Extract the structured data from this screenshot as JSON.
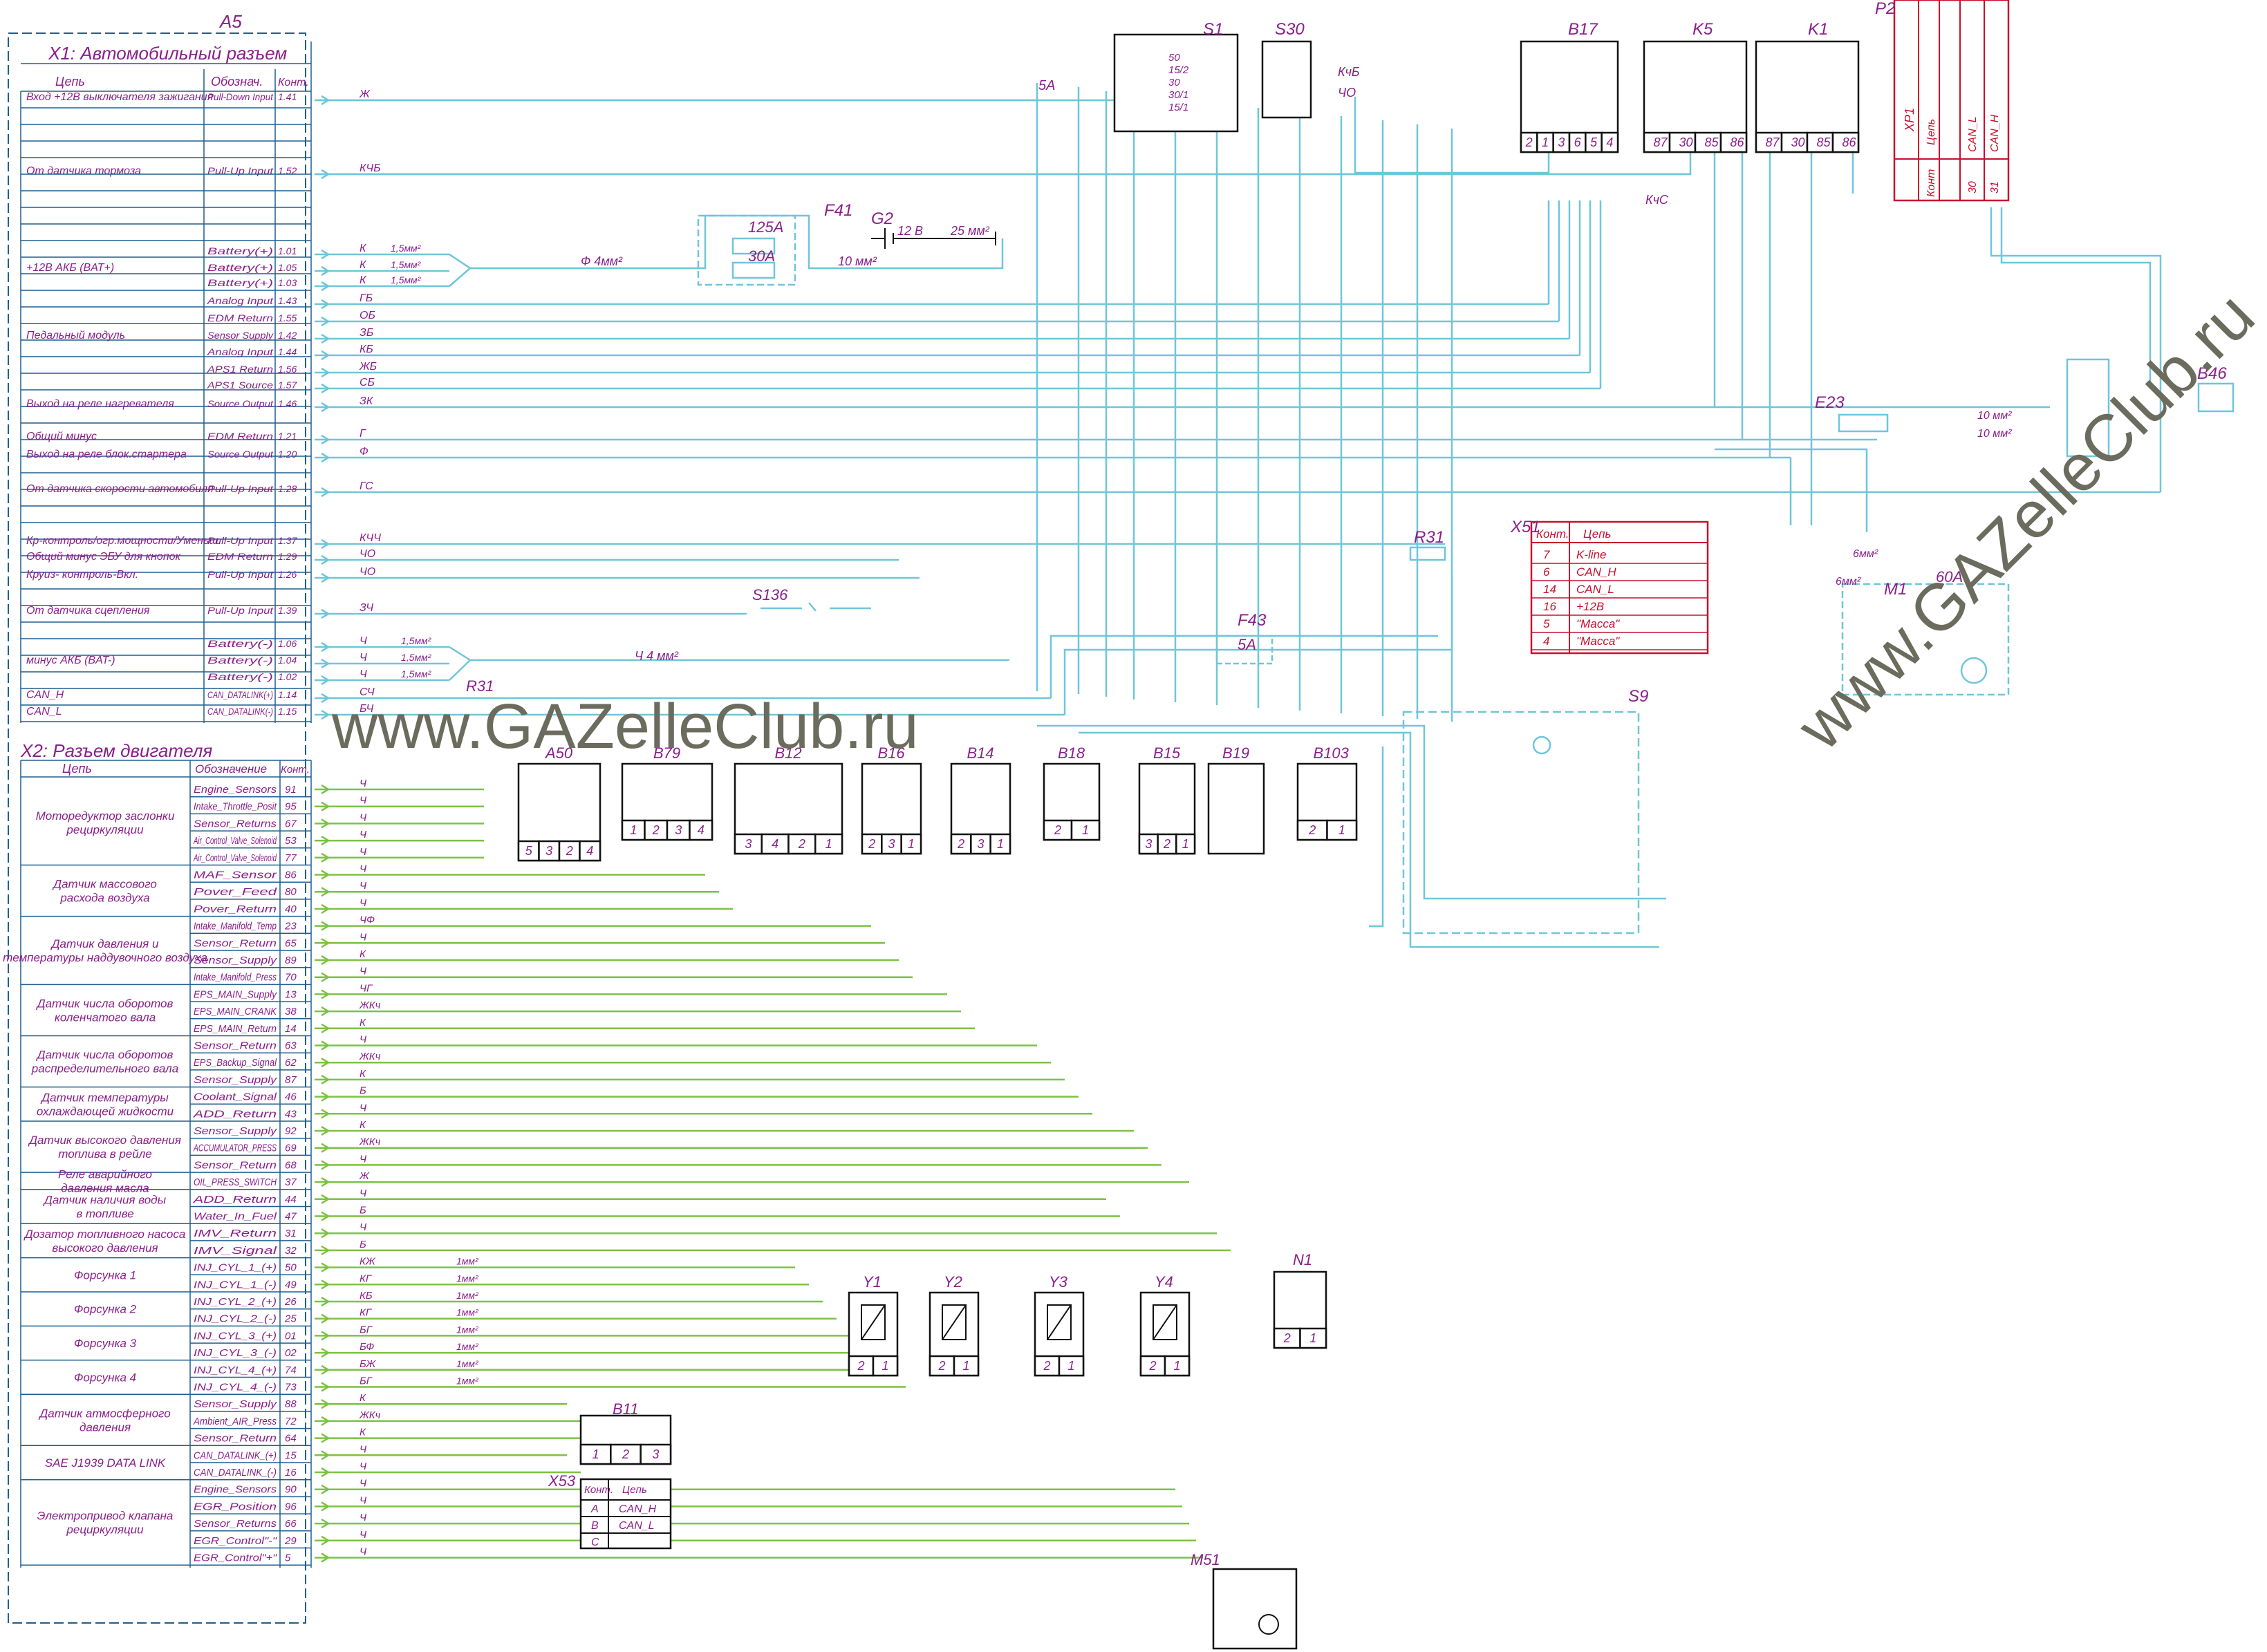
{
  "title": "A5",
  "x1": {
    "title": "X1:  Автомобильный разъем",
    "headers": [
      "Цепь",
      "Обознач.",
      "Конт."
    ],
    "rows": [
      {
        "c": "Вход +12В выключателя зажигания",
        "d": "Pull-Down Input",
        "p": "1.41"
      },
      {
        "c": "От датчика тормоза",
        "d": "Pull-Up Input",
        "p": "1.52"
      },
      {
        "c": "",
        "d": "Battery(+)",
        "p": "1.01"
      },
      {
        "c": "+12В АКБ (BAT+)",
        "d": "Battery(+)",
        "p": "1.05"
      },
      {
        "c": "",
        "d": "Battery(+)",
        "p": "1.03"
      },
      {
        "c": "",
        "d": "Analog Input",
        "p": "1.43"
      },
      {
        "c": "",
        "d": "EDM Return",
        "p": "1.55"
      },
      {
        "c": "Педальный модуль",
        "d": "Sensor Supply",
        "p": "1.42"
      },
      {
        "c": "",
        "d": "Analog Input",
        "p": "1.44"
      },
      {
        "c": "",
        "d": "APS1 Return",
        "p": "1.56"
      },
      {
        "c": "",
        "d": "APS1 Source",
        "p": "1.57"
      },
      {
        "c": "Выход на реле нагревателя",
        "d": "Source Output",
        "p": "1.46"
      },
      {
        "c": "Общий минус",
        "d": "EDM Return",
        "p": "1.21"
      },
      {
        "c": "Выход на реле блок.стартера",
        "d": "Source Output",
        "p": "1.20"
      },
      {
        "c": "От датчика скорости автомобиля",
        "d": "Pull-Up Input",
        "p": "1.28"
      },
      {
        "c": "Кр-контроль/огр.мощности/Уменьш.",
        "d": "Pull-Up Input",
        "p": "1.37"
      },
      {
        "c": "Общий минус ЭБУ для кнопок",
        "d": "EDM Return",
        "p": "1.29"
      },
      {
        "c": "Круиз- контроль-Вкл.",
        "d": "Pull-Up Input",
        "p": "1.26"
      },
      {
        "c": "От датчика сцепления",
        "d": "Pull-Up Input",
        "p": "1.39"
      },
      {
        "c": "",
        "d": "Battery(-)",
        "p": "1.06"
      },
      {
        "c": "минус АКБ (BAT-)",
        "d": "Battery(-)",
        "p": "1.04"
      },
      {
        "c": "",
        "d": "Battery(-)",
        "p": "1.02"
      },
      {
        "c": "CAN_H",
        "d": "CAN_DATALINK(+)",
        "p": "1.14"
      },
      {
        "c": "CAN_L",
        "d": "CAN_DATALINK(-)",
        "p": "1.15"
      }
    ]
  },
  "x2": {
    "title": "X2:  Разъем двигателя",
    "headers": [
      "Цепь",
      "Обозначение",
      "Конт."
    ],
    "groups": [
      "Моторедуктор заслонки рециркуляции",
      "Датчик массового расхода воздуха",
      "Датчик давления и температуры наддувочного воздуха",
      "Датчик числа оборотов коленчатого вала",
      "Датчик числа оборотов распределительного вала",
      "Датчик температуры охлаждающей жидкости",
      "Датчик высокого давления топлива в рейле",
      "Реле аварийного давления масла",
      "Датчик наличия воды в топливе",
      "Дозатор топливного насоса высокого давления",
      "Форсунка 1",
      "Форсунка 2",
      "Форсунка 3",
      "Форсунка 4",
      "Датчик атмосферного давления",
      "SAE J1939 DATA LINK",
      "Электропривод клапана рециркуляции"
    ],
    "rows": [
      {
        "d": "Engine_Sensors",
        "p": "91"
      },
      {
        "d": "Intake_Throttle_Posit",
        "p": "95"
      },
      {
        "d": "Sensor_Returns",
        "p": "67"
      },
      {
        "d": "Air_Control_Valve_Solenoid",
        "p": "53"
      },
      {
        "d": "Air_Control_Valve_Solenoid",
        "p": "77"
      },
      {
        "d": "MAF_Sensor",
        "p": "86"
      },
      {
        "d": "Pover_Feed",
        "p": "80"
      },
      {
        "d": "Pover_Return",
        "p": "40"
      },
      {
        "d": "Intake_Manifold_Temp",
        "p": "23"
      },
      {
        "d": "Sensor_Return",
        "p": "65"
      },
      {
        "d": "Sensor_Supply",
        "p": "89"
      },
      {
        "d": "Intake_Manifold_Press",
        "p": "70"
      },
      {
        "d": "EPS_MAIN_Supply",
        "p": "13"
      },
      {
        "d": "EPS_MAIN_CRANK",
        "p": "38"
      },
      {
        "d": "EPS_MAIN_Return",
        "p": "14"
      },
      {
        "d": "Sensor_Return",
        "p": "63"
      },
      {
        "d": "EPS_Backup_Signal",
        "p": "62"
      },
      {
        "d": "Sensor_Supply",
        "p": "87"
      },
      {
        "d": "Coolant_Signal",
        "p": "46"
      },
      {
        "d": "ADD_Return",
        "p": "43"
      },
      {
        "d": "Sensor_Supply",
        "p": "92"
      },
      {
        "d": "ACCUMULATOR_PRESS",
        "p": "69"
      },
      {
        "d": "Sensor_Return",
        "p": "68"
      },
      {
        "d": "OIL_PRESS_SWITCH",
        "p": "37"
      },
      {
        "d": "ADD_Return",
        "p": "44"
      },
      {
        "d": "Water_In_Fuel",
        "p": "47"
      },
      {
        "d": "IMV_Return",
        "p": "31"
      },
      {
        "d": "IMV_Signal",
        "p": "32"
      },
      {
        "d": "INJ_CYL_1_(+)",
        "p": "50"
      },
      {
        "d": "INJ_CYL_1_(-)",
        "p": "49"
      },
      {
        "d": "INJ_CYL_2_(+)",
        "p": "26"
      },
      {
        "d": "INJ_CYL_2_(-)",
        "p": "25"
      },
      {
        "d": "INJ_CYL_3_(+)",
        "p": "01"
      },
      {
        "d": "INJ_CYL_3_(-)",
        "p": "02"
      },
      {
        "d": "INJ_CYL_4_(+)",
        "p": "74"
      },
      {
        "d": "INJ_CYL_4_(-)",
        "p": "73"
      },
      {
        "d": "Sensor_Supply",
        "p": "88"
      },
      {
        "d": "Ambient_AIR_Press",
        "p": "72"
      },
      {
        "d": "Sensor_Return",
        "p": "64"
      },
      {
        "d": "CAN_DATALINK_(+)",
        "p": "15"
      },
      {
        "d": "CAN_DATALINK_(-)",
        "p": "16"
      },
      {
        "d": "Engine_Sensors",
        "p": "90"
      },
      {
        "d": "EGR_Position",
        "p": "96"
      },
      {
        "d": "Sensor_Returns",
        "p": "66"
      },
      {
        "d": "EGR_Control\"-\"",
        "p": "29"
      },
      {
        "d": "EGR_Control\"+\"",
        "p": "5"
      }
    ]
  },
  "x1_wire_colors": [
    "Ж",
    "КЧБ",
    "К",
    "К",
    "К",
    "ГБ",
    "ОБ",
    "ЗБ",
    "КБ",
    "ЖБ",
    "СБ",
    "ЗК",
    "Г",
    "Ф",
    "ГС",
    "КЧЧ",
    "ЧО",
    "ЧО",
    "ЗЧ",
    "Ч",
    "Ч",
    "Ч",
    "СЧ",
    "БЧ"
  ],
  "x1_wire_sizes": [
    "1,5мм²",
    "1,5мм²",
    "1,5мм²"
  ],
  "x2_wire_colors": [
    "Ч",
    "Ч",
    "Ч",
    "Ч",
    "Ч",
    "Ч",
    "Ч",
    "Ч",
    "ЧФ",
    "Ч",
    "К",
    "Ч",
    "ЧГ",
    "ЖКч",
    "К",
    "Ч",
    "ЖКч",
    "К",
    "Б",
    "Ч",
    "К",
    "ЖКч",
    "Ч",
    "Ж",
    "Ч",
    "Б",
    "Ч",
    "Б",
    "КЖ",
    "КГ",
    "КБ",
    "КГ",
    "БГ",
    "БФ",
    "БЖ",
    "БГ",
    "К",
    "ЖКч",
    "К",
    "Ч",
    "Ч",
    "Ч",
    "Ч",
    "Ч",
    "Ч",
    "Ч"
  ],
  "injector_size": "1мм²",
  "components": {
    "S1": "S1",
    "S30": "S30",
    "B17": "B17",
    "K5": "K5",
    "K1": "K1",
    "P2": "P2",
    "F41": "F41",
    "G2": "G2",
    "E23": "E23",
    "B46": "B46",
    "M1": "M1",
    "R31": "R31",
    "X51": "X51",
    "F43": "F43",
    "S9": "S9",
    "S136": "S136",
    "sensors": [
      "A50",
      "B79",
      "B12",
      "B16",
      "B14",
      "B18",
      "B15",
      "B19",
      "B103"
    ],
    "injectors": [
      "Y1",
      "Y2",
      "Y3",
      "Y4"
    ],
    "N1": "N1",
    "B11": "B11",
    "X53": "X53",
    "M51": "M51"
  },
  "labels": {
    "fuse_125": "125А",
    "fuse_30": "30А",
    "g2_12v": "12 В",
    "wire_25": "25 мм²",
    "wire_10": "10 мм²",
    "wire_4": "Ф  4мм²",
    "wire_4b": "Ч  4 мм²",
    "f43_5a": "5А",
    "fuse_5a_top": "5А",
    "k4b": "КчБ",
    "ch_o": "ЧО",
    "k4c": "КчС",
    "gs": "ГС",
    "r31_label": "R31",
    "m1_60a": "60А",
    "m1_6mm": "6мм²",
    "e23_10mm": "10 мм²"
  },
  "s1_pins": [
    "50",
    "15/2",
    "30",
    "30/1",
    "15/1"
  ],
  "x51_table": {
    "headers": [
      "Конт.",
      "Цепь"
    ],
    "rows": [
      [
        "7",
        "K-line"
      ],
      [
        "6",
        "CAN_H"
      ],
      [
        "14",
        "CAN_L"
      ],
      [
        "16",
        "+12В"
      ],
      [
        "5",
        "\"Масса\""
      ],
      [
        "4",
        "\"Масса\""
      ]
    ]
  },
  "p2_table": {
    "title": "XP1",
    "headers": [
      "Конт",
      "Цепь"
    ],
    "rows": [
      [
        "30",
        "CAN_L"
      ],
      [
        "31",
        "CAN_H"
      ]
    ]
  },
  "x53_table": {
    "headers": [
      "Конт.",
      "Цепь"
    ],
    "rows": [
      [
        "A",
        "CAN_H"
      ],
      [
        "B",
        "CAN_L"
      ],
      [
        "C",
        ""
      ]
    ]
  },
  "watermark": [
    "www.GAZelleClub.ru",
    "www.GAZelleClub.ru"
  ],
  "colors": {
    "cyan_wire": "#6ec6d9",
    "green_wire": "#7cc243",
    "label": "#8a1f8a",
    "table_border": "#1f5f8f",
    "red": "#c8102e"
  }
}
